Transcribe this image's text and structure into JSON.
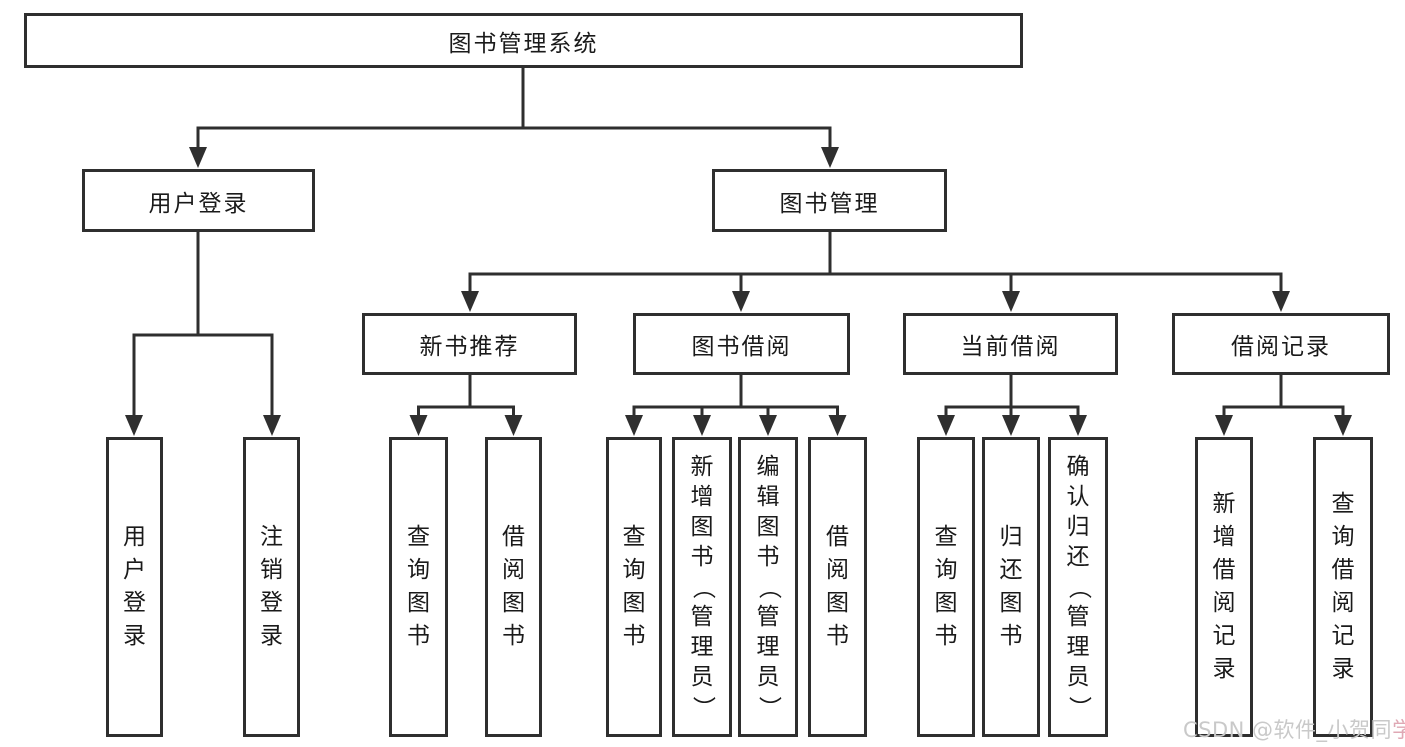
{
  "diagram": {
    "root": {
      "label": "图书管理系统"
    },
    "branches": [
      {
        "label": "用户登录",
        "children": [
          {
            "label": "用户登录"
          },
          {
            "label": "注销登录"
          }
        ]
      },
      {
        "label": "图书管理",
        "groups": [
          {
            "label": "新书推荐",
            "children": [
              {
                "label": "查询图书"
              },
              {
                "label": "借阅图书"
              }
            ]
          },
          {
            "label": "图书借阅",
            "children": [
              {
                "label": "查询图书"
              },
              {
                "label": "新增图书（管理员）"
              },
              {
                "label": "编辑图书（管理员）"
              },
              {
                "label": "借阅图书"
              }
            ]
          },
          {
            "label": "当前借阅",
            "children": [
              {
                "label": "查询图书"
              },
              {
                "label": "归还图书"
              },
              {
                "label": "确认归还（管理员）"
              }
            ]
          },
          {
            "label": "借阅记录",
            "children": [
              {
                "label": "新增借阅记录"
              },
              {
                "label": "查询借阅记录"
              }
            ]
          }
        ]
      }
    ]
  },
  "watermark": {
    "main": "CSDN @软件_小贺同",
    "accent": "学"
  },
  "colors": {
    "line": "#2f2f2f",
    "box_border": "#2f2f2f",
    "text": "#1a1a1a",
    "background": "#ffffff",
    "watermark": "#c9c9c9",
    "watermark_accent": "#dfa8b4"
  }
}
